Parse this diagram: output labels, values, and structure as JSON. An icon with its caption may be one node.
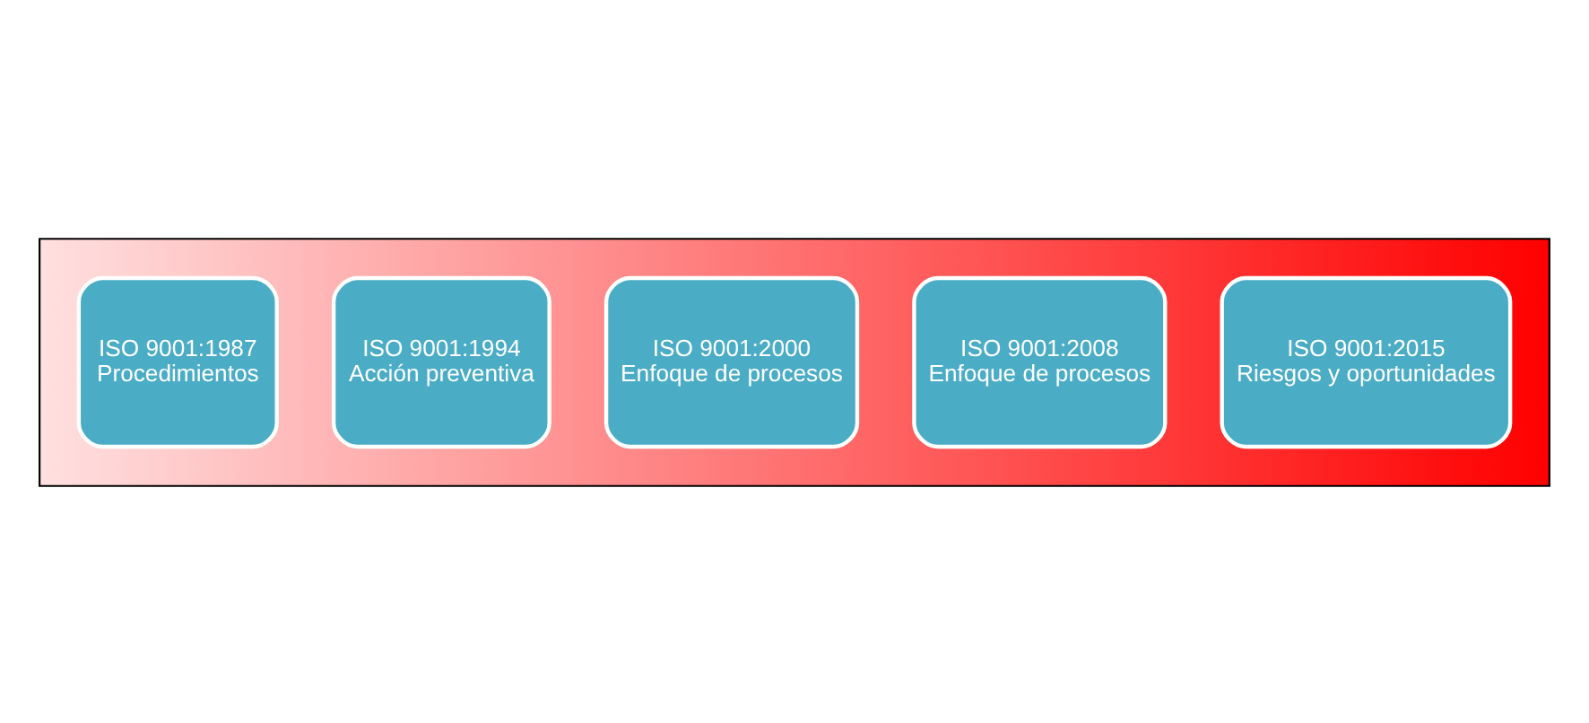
{
  "diagram": {
    "nodes": [
      {
        "text": [],
        "shape": "arrow"
      },
      {
        "text": [
          "ISO 9001:1987",
          "Procedimientos"
        ],
        "in": 0
      },
      {
        "text": [
          "ISO 9001:1994",
          "Acción preventiva"
        ],
        "in": 0
      },
      {
        "text": [
          "ISO 9001:2000",
          "Enfoque de procesos"
        ],
        "in": 0
      },
      {
        "text": [
          "ISO 9001:2008",
          "Enfoque de procesos"
        ],
        "in": 0
      },
      {
        "text": [
          "ISO 9001:2015",
          "Riesgos y oportunidades"
        ],
        "in": 0
      }
    ],
    "edges": []
  }
}
